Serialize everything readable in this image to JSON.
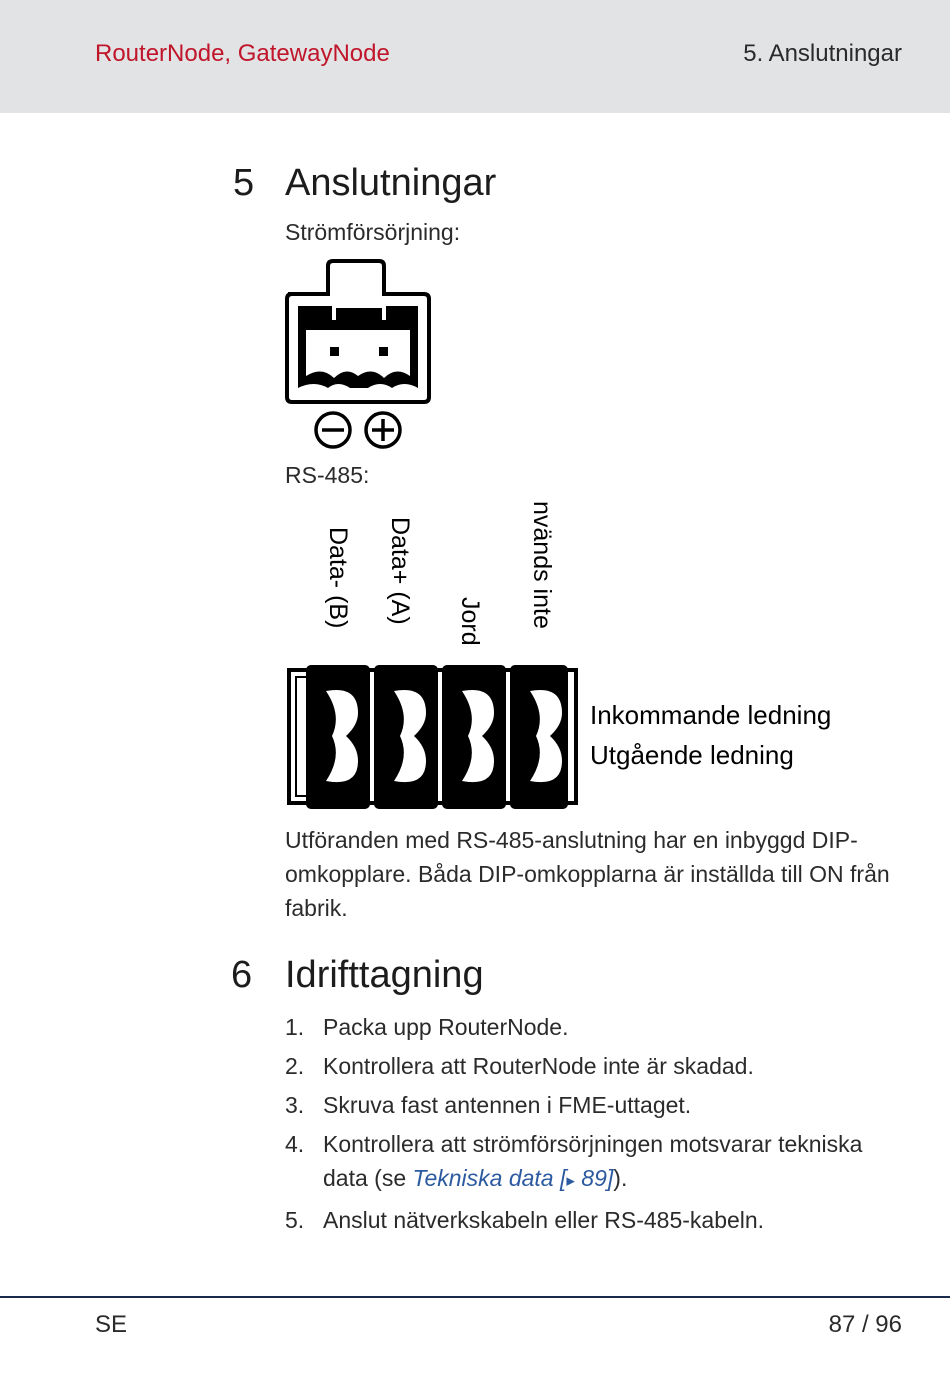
{
  "header": {
    "product": "RouterNode, GatewayNode",
    "section": "5. Anslutningar"
  },
  "section5": {
    "number": "5",
    "title": "Anslutningar",
    "power_label": "Strömförsörjning:",
    "rs485_label": "RS-485:",
    "terminal_labels": [
      "Data- (B)",
      "Data+ (A)",
      "Jord",
      "nvänds inte"
    ],
    "incoming": "Inkommande ledning",
    "outgoing": "Utgående ledning",
    "note": "Utföranden med RS-485-anslutning har en inbyggd DIP-omkopplare. Båda DIP-omkopplarna är inställda till ON från fabrik."
  },
  "section6": {
    "number": "6",
    "title": "Idrifttagning",
    "steps": [
      {
        "n": "1.",
        "text": "Packa upp RouterNode."
      },
      {
        "n": "2.",
        "text": "Kontrollera att RouterNode inte är skadad."
      },
      {
        "n": "3.",
        "text": "Skruva fast antennen i FME-uttaget."
      },
      {
        "n": "4.",
        "text": "Kontrollera att strömförsörjningen motsvarar tekniska data (se ",
        "link": "Tekniska data [",
        "link_arrow": "▸",
        "link_page": " 89]",
        "after": ")."
      },
      {
        "n": "5.",
        "text": "Anslut nätverkskabeln eller RS-485-kabeln."
      }
    ]
  },
  "footer": {
    "lang": "SE",
    "page": "87 / 96"
  }
}
